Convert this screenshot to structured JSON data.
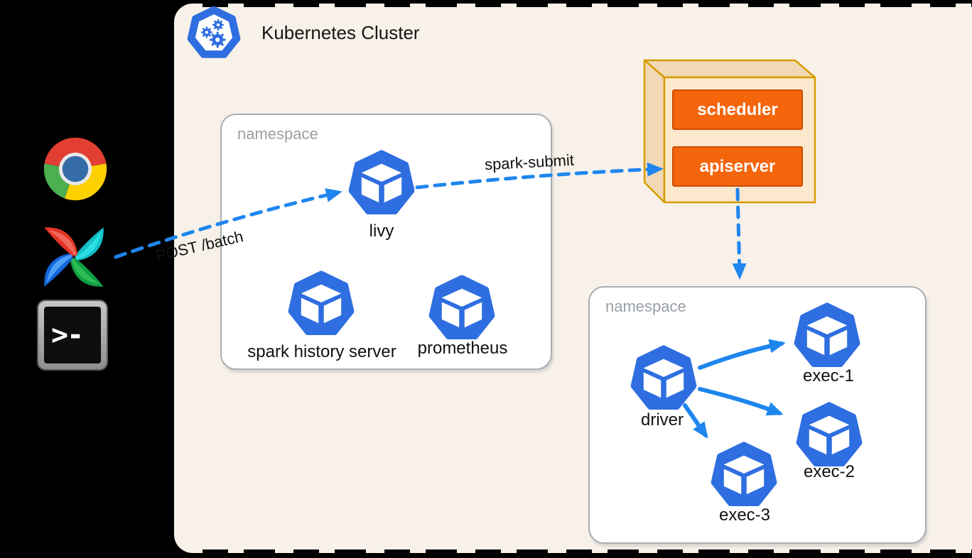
{
  "cluster": {
    "title": "Kubernetes Cluster"
  },
  "namespace1": {
    "label": "namespace",
    "pods": [
      "livy",
      "spark history server",
      "prometheus"
    ]
  },
  "control_plane": {
    "components": [
      "scheduler",
      "apiserver"
    ]
  },
  "namespace2": {
    "label": "namespace",
    "pods": [
      "driver",
      "exec-1",
      "exec-2",
      "exec-3"
    ]
  },
  "edges": {
    "post_batch": "POST /batch",
    "spark_submit": "spark-submit"
  },
  "terminal": {
    "prompt": ">-"
  },
  "icons": {
    "kubernetes": "kubernetes-control-plane-logo",
    "chrome": "chrome-browser-logo",
    "airflow": "airflow-pinwheel-logo",
    "terminal": "terminal-icon",
    "pod": "kubernetes-pod-icon"
  },
  "colors": {
    "arrow_blue": "#1E86EE",
    "pod_blue": "#2E6EE0",
    "button_orange": "#F5650C",
    "button_border": "#CC4C00",
    "cube_stroke": "#D79B00",
    "cube_front": "#FCE8CC",
    "cube_side": "#F1D9B5",
    "cluster_bg": "#F7F1E9",
    "ns_border": "#A9AEB3"
  }
}
